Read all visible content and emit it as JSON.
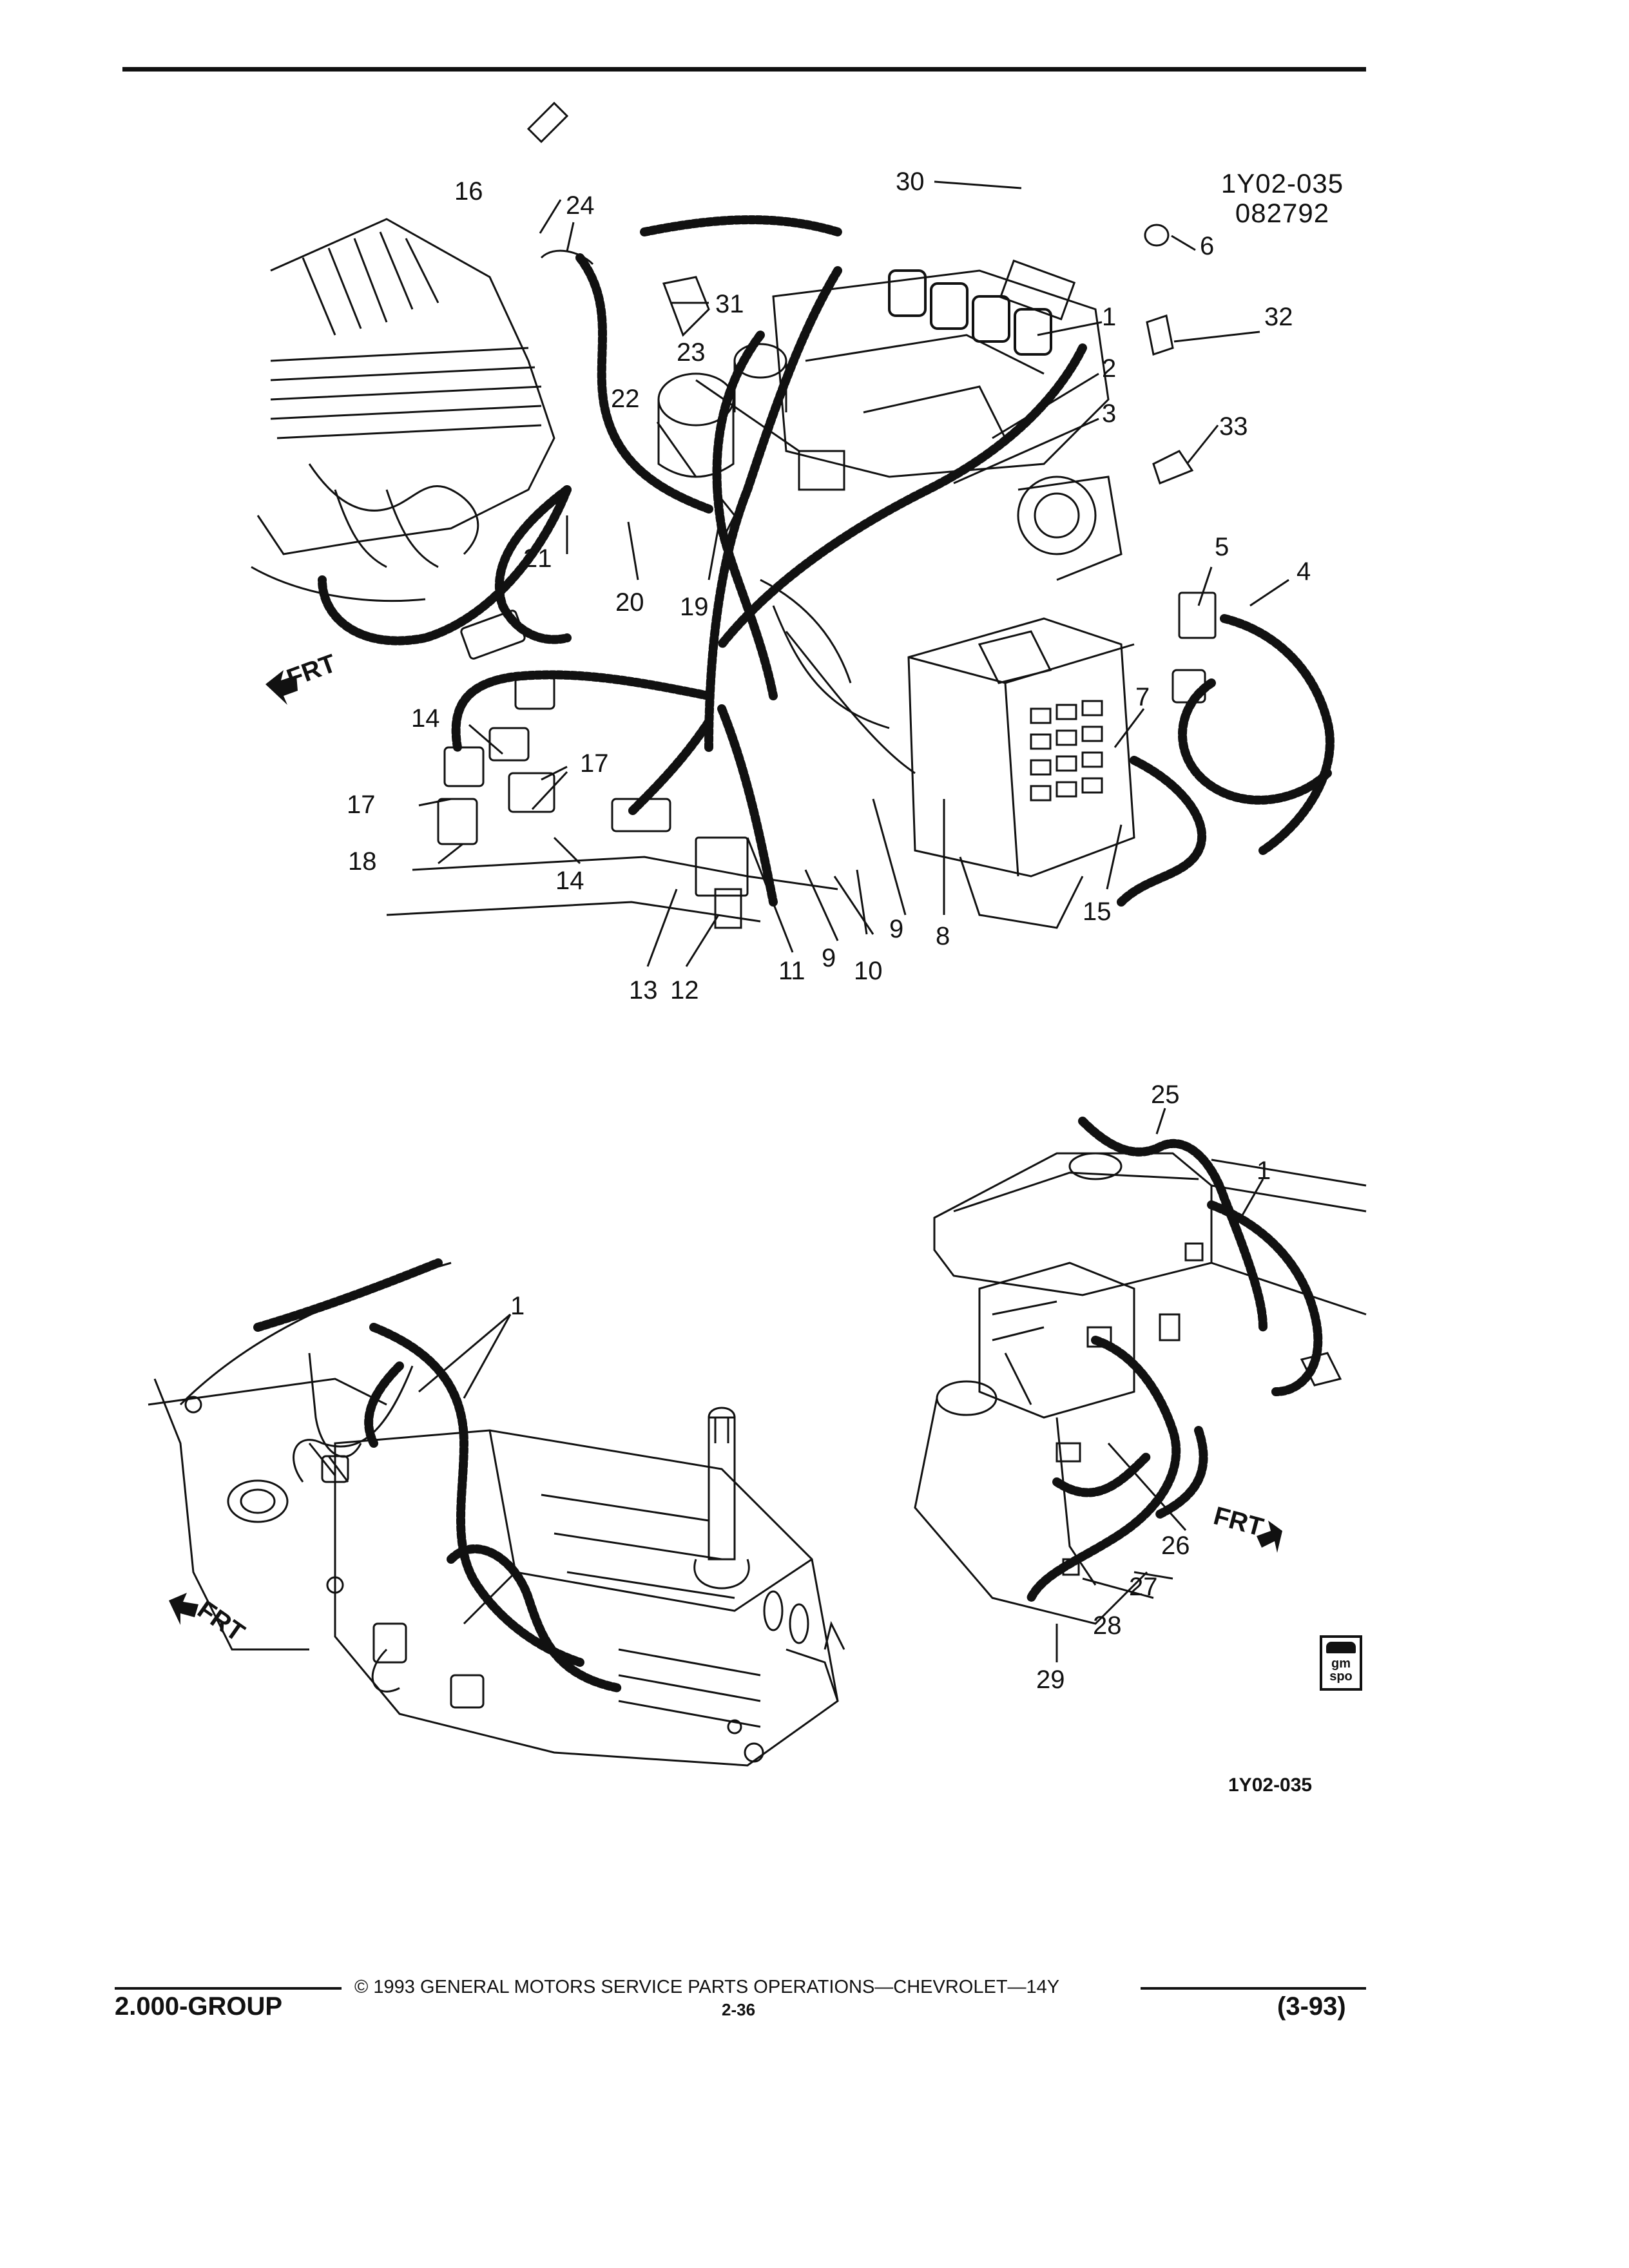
{
  "figure": {
    "code_top": "1Y02-035",
    "date_code": "082792",
    "code_bottom": "1Y02-035"
  },
  "callouts": {
    "c1": "1",
    "c2": "2",
    "c3": "3",
    "c4": "4",
    "c5": "5",
    "c6": "6",
    "c7": "7",
    "c8": "8",
    "c9": "9",
    "c10": "10",
    "c11": "11",
    "c12": "12",
    "c13": "13",
    "c14": "14",
    "c15": "15",
    "c16": "16",
    "c17": "17",
    "c18": "18",
    "c19": "19",
    "c20": "20",
    "c21": "21",
    "c22": "22",
    "c23": "23",
    "c24": "24",
    "c25": "25",
    "c26": "26",
    "c27": "27",
    "c28": "28",
    "c29": "29",
    "c30": "30",
    "c31": "31",
    "c32": "32",
    "c33": "33",
    "frt": "FRT"
  },
  "footer": {
    "copyright": "© 1993 GENERAL MOTORS SERVICE PARTS OPERATIONS—CHEVROLET—14Y",
    "group": "2.000-GROUP",
    "page": "2-36",
    "revision": "(3-93)"
  },
  "logo": {
    "text": "gm spo"
  }
}
